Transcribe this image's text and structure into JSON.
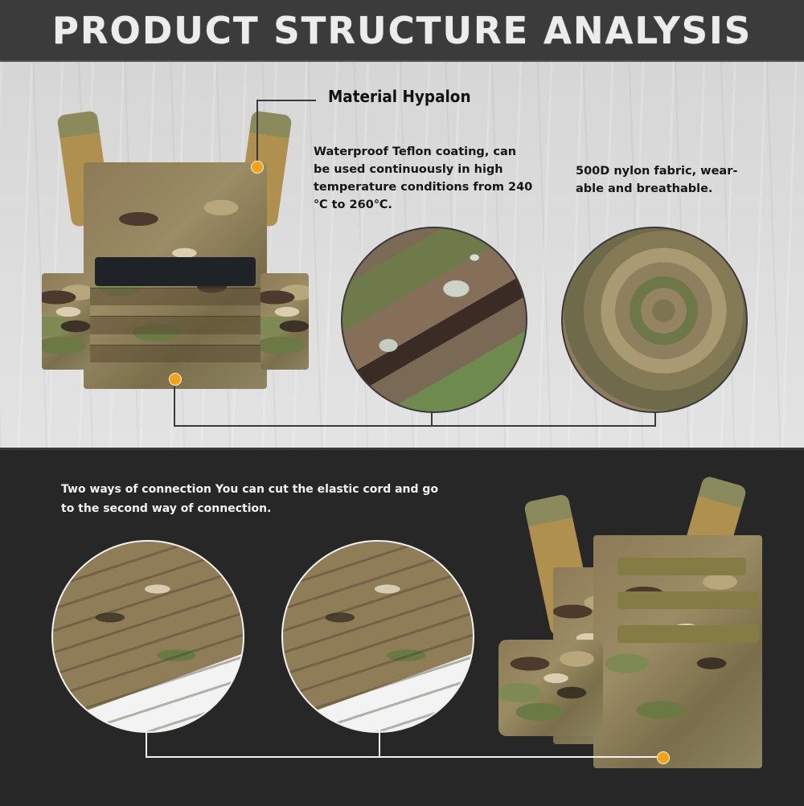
{
  "header": {
    "title": "PRODUCT STRUCTURE ANALYSIS"
  },
  "top_section": {
    "callout_title": "Material Hypalon",
    "features": [
      {
        "id": "teflon",
        "text_lines": [
          "Waterproof Teflon coating, can",
          "be used continuously in high",
          "temperature conditions from 240",
          "℃ to 260℃."
        ],
        "image": "waterproof-fabric-closeup"
      },
      {
        "id": "nylon",
        "text_lines": [
          "500D nylon fabric, wear-",
          "able and breathable."
        ],
        "image": "nylon-fabric-closeup"
      }
    ],
    "product_image": "plate-carrier-front-view"
  },
  "bottom_section": {
    "description_lines": [
      "Two ways of connection You can cut the elastic cord and go",
      "to the second way of connection."
    ],
    "detail_images": [
      "elastic-cord-connection-1",
      "elastic-cord-connection-2"
    ],
    "product_image": "plate-carrier-angled-view"
  },
  "colors": {
    "header_bg": "#3b3b3b",
    "top_bg": "#dcdcdc",
    "bottom_bg": "#272727",
    "accent_dot": "#f4a21c",
    "connector_dark": "#3a3a3a",
    "connector_light": "#f2f2f2"
  }
}
